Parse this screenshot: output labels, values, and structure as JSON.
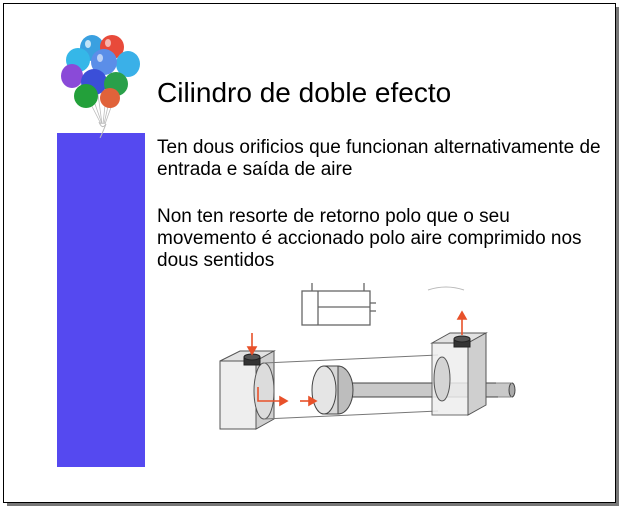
{
  "slide": {
    "title": "Cilindro de doble efecto",
    "paragraphs": [
      "Ten dous orificios que funcionan alternativamente de entrada e saída de aire",
      "Non ten resorte de retorno polo que o seu movemento é accionado polo aire comprimido nos dous sentidos"
    ]
  },
  "colors": {
    "accent_bar": "#5549f0",
    "airflow_arrow": "#e8512a"
  },
  "icons": {
    "decoration": "balloon-bunch-icon",
    "illustration": "double-acting-cylinder-illustration"
  }
}
